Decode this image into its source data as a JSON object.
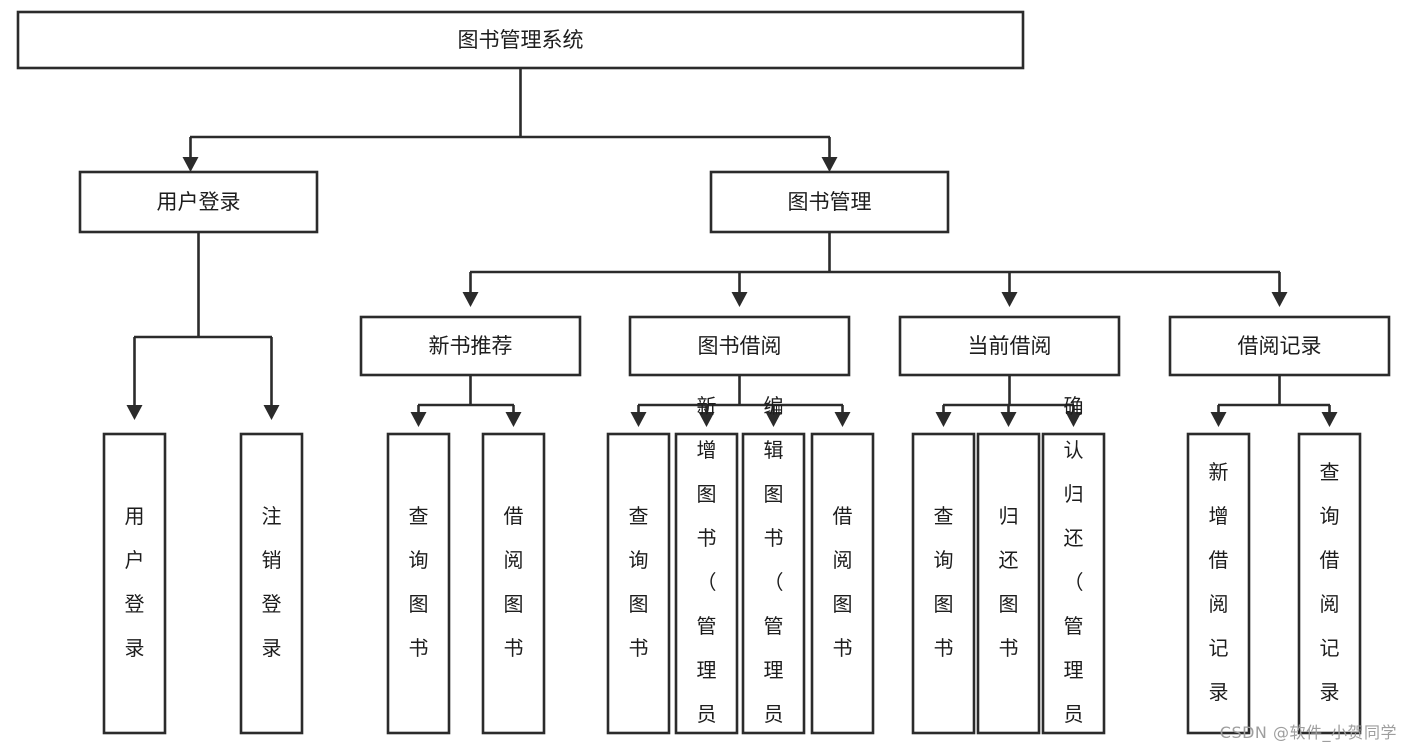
{
  "diagram": {
    "type": "tree",
    "title": "图书管理系统",
    "orientation": "top-down",
    "colors": {
      "background": "#ffffff",
      "box_fill": "#ffffff",
      "box_stroke": "#2b2b2b",
      "text": "#1d1d1d",
      "watermark": "#9e9e9e"
    },
    "root": {
      "label": "图书管理系统"
    },
    "level2": [
      {
        "label": "用户登录"
      },
      {
        "label": "图书管理"
      }
    ],
    "level3": [
      {
        "label": "新书推荐"
      },
      {
        "label": "图书借阅"
      },
      {
        "label": "当前借阅"
      },
      {
        "label": "借阅记录"
      }
    ],
    "leaves": {
      "user_login": [
        {
          "label": "用户登录"
        },
        {
          "label": "注销登录"
        }
      ],
      "new_book_recommend": [
        {
          "label": "查询图书"
        },
        {
          "label": "借阅图书"
        }
      ],
      "book_borrow": [
        {
          "label": "查询图书"
        },
        {
          "label": "新增图书（管理员）"
        },
        {
          "label": "编辑图书（管理员）"
        },
        {
          "label": "借阅图书"
        }
      ],
      "current_borrow": [
        {
          "label": "查询图书"
        },
        {
          "label": "归还图书"
        },
        {
          "label": "确认归还（管理员）"
        }
      ],
      "borrow_record": [
        {
          "label": "新增借阅记录"
        },
        {
          "label": "查询借阅记录"
        }
      ]
    }
  },
  "watermark": {
    "text": "CSDN @软件_小贺同学"
  }
}
